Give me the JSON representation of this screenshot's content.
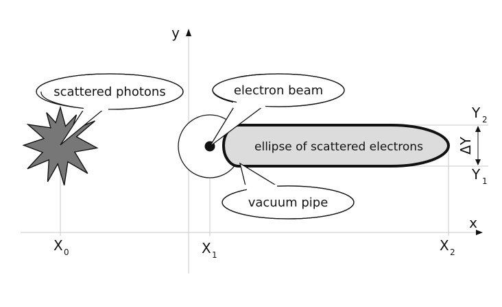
{
  "axes": {
    "x_label": "x",
    "y_label": "y"
  },
  "markers": {
    "x0": {
      "main": "X",
      "sub": "0"
    },
    "x1": {
      "main": "X",
      "sub": "1"
    },
    "x2": {
      "main": "X",
      "sub": "2"
    },
    "y1": {
      "main": "Y",
      "sub": "1"
    },
    "y2": {
      "main": "Y",
      "sub": "2"
    },
    "delta_y": "ΔY"
  },
  "callouts": {
    "photons": "scattered photons",
    "beam": "electron beam",
    "pipe": "vacuum pipe",
    "ellipse": "ellipse of scattered electrons"
  },
  "colors": {
    "star_fill": "#777777",
    "ellipse_fill": "#dcdcdc",
    "outline": "#111111",
    "guide_lines": "#c8c8c8"
  }
}
